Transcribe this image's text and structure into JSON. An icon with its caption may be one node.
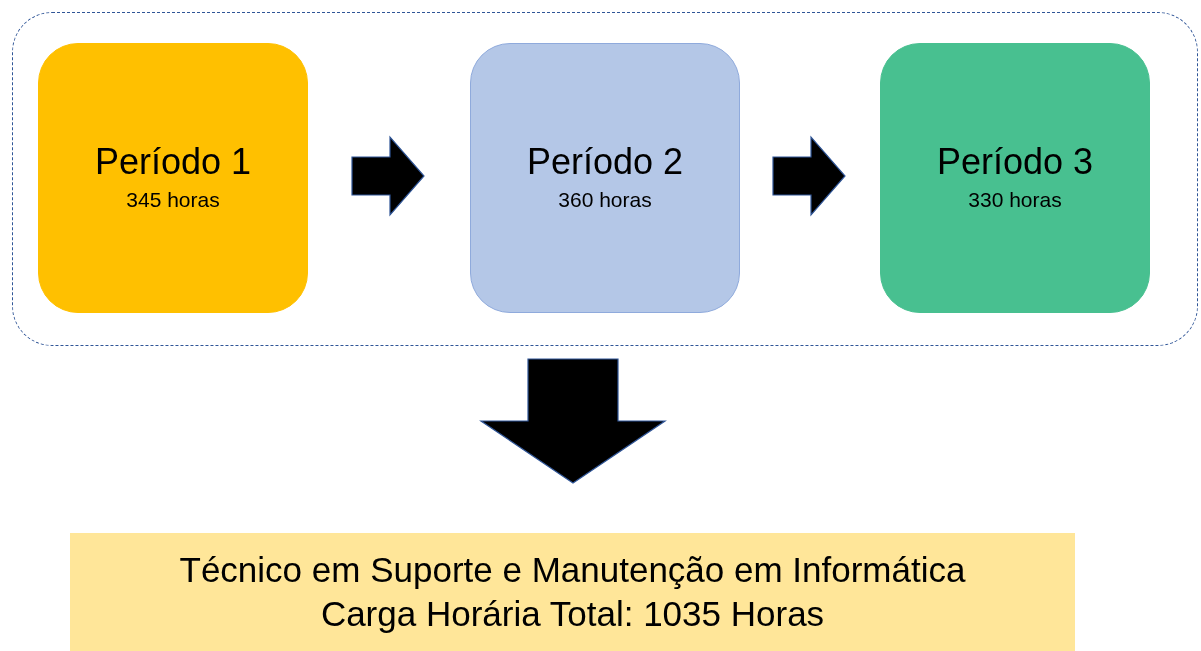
{
  "diagram": {
    "nodes": [
      {
        "text": [],
        "shape": "box"
      },
      {
        "text": [
          "Período 1",
          "345 horas"
        ],
        "in": 0
      },
      {
        "text": [
          "Período 2",
          "360 horas"
        ],
        "in": 0
      },
      {
        "text": [
          "Período 3",
          "330 horas"
        ],
        "in": 0
      },
      {
        "text": [
          "Técnico em Suporte e Manutenção em Informática",
          "Carga Horária Total: 1035 Horas"
        ]
      }
    ],
    "edges": [
      {
        "from": 1,
        "to": 2,
        "arrow": "to"
      },
      {
        "from": 2,
        "to": 3,
        "arrow": "to"
      },
      {
        "from": 0,
        "to": 4,
        "arrow": "to"
      }
    ]
  }
}
